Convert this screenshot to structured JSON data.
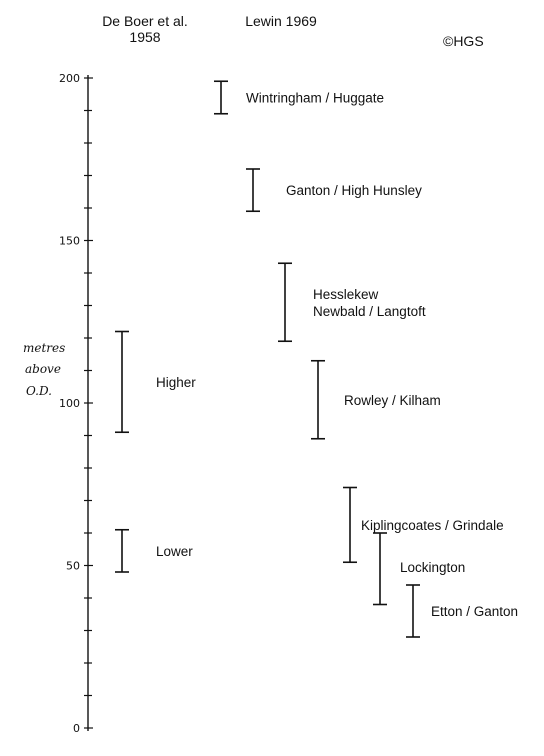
{
  "headers": {
    "deboer_line1": "De Boer et al.",
    "deboer_line2": "1958",
    "lewin": "Lewin 1969",
    "copyright": "©HGS"
  },
  "axis": {
    "label_line1": "metres",
    "label_line2": "above",
    "label_line3": "O.D.",
    "ticks": [
      "0",
      "50",
      "100",
      "150",
      "200"
    ],
    "min": 0,
    "max": 200,
    "minor_step": 10,
    "major_step": 50
  },
  "deboer_ranges": [
    {
      "label": "Higher",
      "low": 91,
      "high": 122
    },
    {
      "label": "Lower",
      "low": 48,
      "high": 61
    }
  ],
  "lewin_ranges": [
    {
      "label": "Wintringham / Huggate",
      "label2": "",
      "low": 189,
      "high": 199
    },
    {
      "label": "Ganton / High Hunsley",
      "label2": "",
      "low": 159,
      "high": 172
    },
    {
      "label": "Hesslekew",
      "label2": "Newbald / Langtoft",
      "low": 119,
      "high": 143
    },
    {
      "label": "Rowley / Kilham",
      "label2": "",
      "low": 89,
      "high": 113
    },
    {
      "label": "Kiplingcoates / Grindale",
      "label2": "",
      "low": 51,
      "high": 74
    },
    {
      "label": "Lockington",
      "label2": "",
      "low": 38,
      "high": 60
    },
    {
      "label": "Etton / Ganton",
      "label2": "",
      "low": 28,
      "high": 44
    }
  ],
  "chart_data": {
    "type": "range",
    "ylabel": "metres above O.D.",
    "ylim": [
      0,
      200
    ],
    "series": [
      {
        "name": "De Boer et al. 1958",
        "ranges": [
          {
            "label": "Higher",
            "low": 91,
            "high": 122
          },
          {
            "label": "Lower",
            "low": 48,
            "high": 61
          }
        ]
      },
      {
        "name": "Lewin 1969",
        "ranges": [
          {
            "label": "Wintringham / Huggate",
            "low": 189,
            "high": 199
          },
          {
            "label": "Ganton / High Hunsley",
            "low": 159,
            "high": 172
          },
          {
            "label": "Hesslekew Newbald / Langtoft",
            "low": 119,
            "high": 143
          },
          {
            "label": "Rowley / Kilham",
            "low": 89,
            "high": 113
          },
          {
            "label": "Kiplingcoates / Grindale",
            "low": 51,
            "high": 74
          },
          {
            "label": "Lockington",
            "low": 38,
            "high": 60
          },
          {
            "label": "Etton / Ganton",
            "low": 28,
            "high": 44
          }
        ]
      }
    ]
  }
}
